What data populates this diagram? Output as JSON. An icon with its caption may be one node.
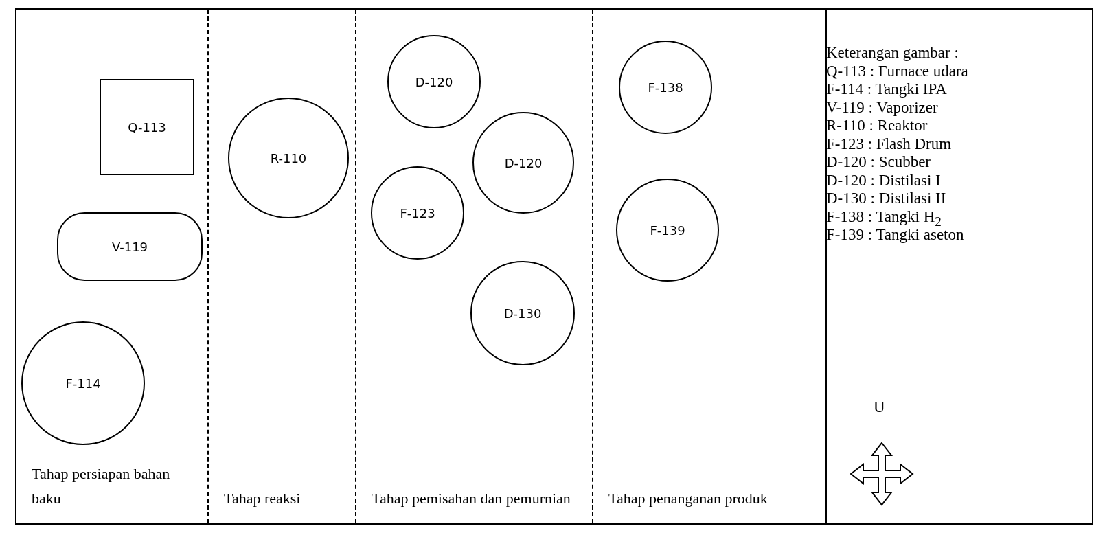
{
  "diagram": {
    "nodes": [
      {
        "text": [
          "Tahap persiapan bahan baku"
        ]
      },
      {
        "text": [
          "Q-113"
        ],
        "in": 0
      },
      {
        "text": [
          "V-119"
        ],
        "in": 0
      },
      {
        "text": [
          "F-114"
        ],
        "in": 0
      },
      {
        "text": [
          "Tahap reaksi"
        ]
      },
      {
        "text": [
          "R-110"
        ],
        "in": 4
      },
      {
        "text": [
          "Tahap pemisahan dan pemurnian"
        ]
      },
      {
        "text": [
          "D-120"
        ],
        "in": 6
      },
      {
        "text": [
          "D-120"
        ],
        "in": 6
      },
      {
        "text": [
          "F-123"
        ],
        "in": 6
      },
      {
        "text": [
          "D-130"
        ],
        "in": 6
      },
      {
        "text": [
          "Tahap penanganan produk"
        ]
      },
      {
        "text": [
          "F-138"
        ],
        "in": 11
      },
      {
        "text": [
          "F-139"
        ],
        "in": 11
      }
    ],
    "edges": [],
    "labels": [
      "Keterangan gambar :",
      "Q-113  : Furnace udara",
      "F-114  : Tangki IPA",
      "V-119  : Vaporizer",
      "R-110  : Reaktor",
      "F-123  : Flash Drum",
      "D-120  : Scubber",
      "D-120  : Distilasi I",
      "D-130  : Distilasi II",
      "F-138  : Tangki H$_{2}$",
      "F-139  : Tangki aseton",
      "U"
    ]
  }
}
